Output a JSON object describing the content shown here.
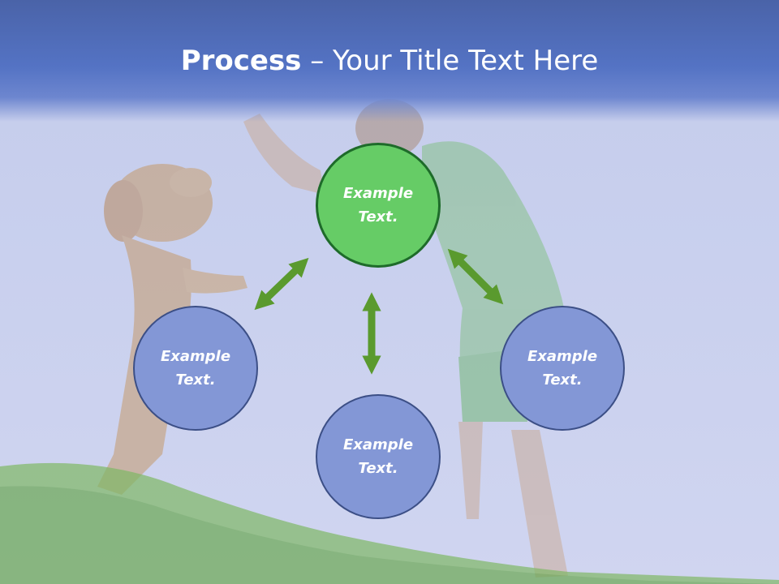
{
  "title": {
    "bold": "Process",
    "rest": " – Your Title Text Here"
  },
  "nodes": [
    {
      "label": "Example Text.",
      "color": "#66cc66"
    },
    {
      "label": "Example Text.",
      "color": "#8397d6"
    },
    {
      "label": "Example Text.",
      "color": "#8397d6"
    },
    {
      "label": "Example Text.",
      "color": "#8397d6"
    }
  ],
  "colors": {
    "arrow": "#5a9a2e",
    "header": "#5473c4",
    "background": "#c9d0ee"
  }
}
